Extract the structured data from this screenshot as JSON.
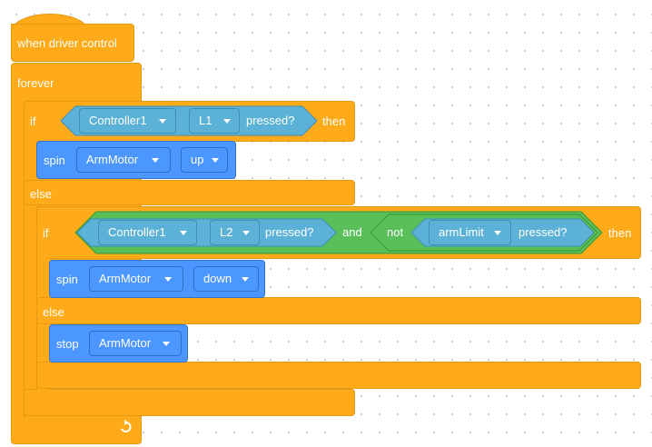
{
  "hat": {
    "label": "when driver control"
  },
  "forever": {
    "label": "forever"
  },
  "outer_if": {
    "if_label": "if",
    "then_label": "then",
    "else_label": "else",
    "condition": {
      "controller": "Controller1",
      "button": "L1",
      "pressed_label": "pressed?"
    },
    "then_spin": {
      "label": "spin",
      "motor": "ArmMotor",
      "direction": "up"
    }
  },
  "inner_if": {
    "if_label": "if",
    "then_label": "then",
    "else_label": "else",
    "condition": {
      "controller": "Controller1",
      "button": "L2",
      "pressed_label": "pressed?",
      "and_label": "and",
      "not_label": "not",
      "limit": "armLimit",
      "limit_pressed_label": "pressed?"
    },
    "then_spin": {
      "label": "spin",
      "motor": "ArmMotor",
      "direction": "down"
    },
    "else_stop": {
      "label": "stop",
      "motor": "ArmMotor"
    }
  },
  "loop_icon": "loop-arrow-icon",
  "colors": {
    "control": "#ffab19",
    "motion": "#4c97ff",
    "sensing": "#5cb1d6",
    "operators": "#59c059"
  }
}
